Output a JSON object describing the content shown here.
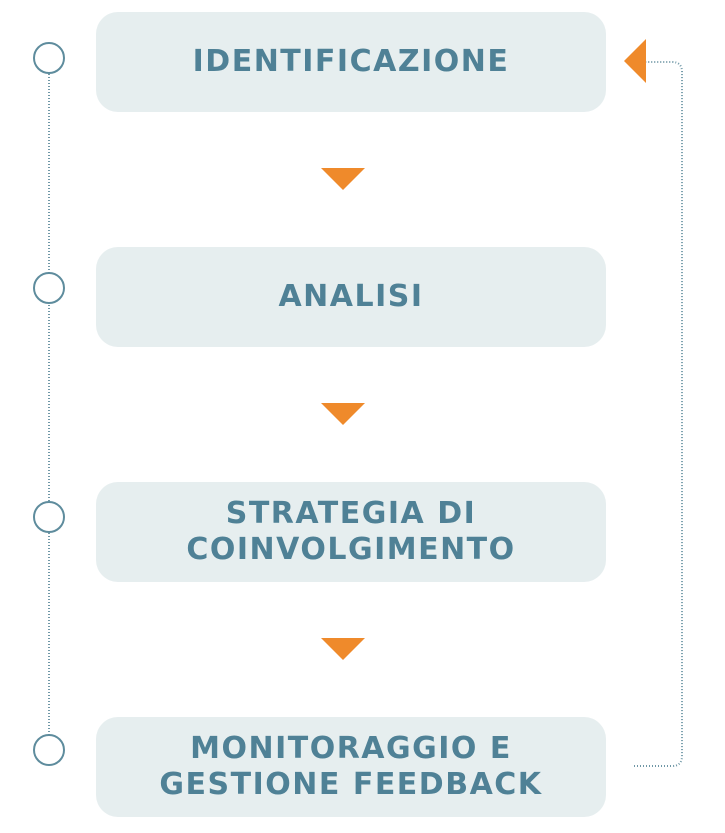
{
  "steps": [
    {
      "label": "IDENTIFICAZIONE"
    },
    {
      "label": "ANALISI"
    },
    {
      "label": "STRATEGIA DI\nCOINVOLGIMENTO"
    },
    {
      "label": "MONITORAGGIO E\nGESTIONE FEEDBACK"
    }
  ],
  "colors": {
    "box_fill": "#e6eeef",
    "text": "#4f8196",
    "arrow": "#ef8a2b",
    "timeline": "#6f97a6",
    "node_stroke": "#5e8c9d"
  }
}
